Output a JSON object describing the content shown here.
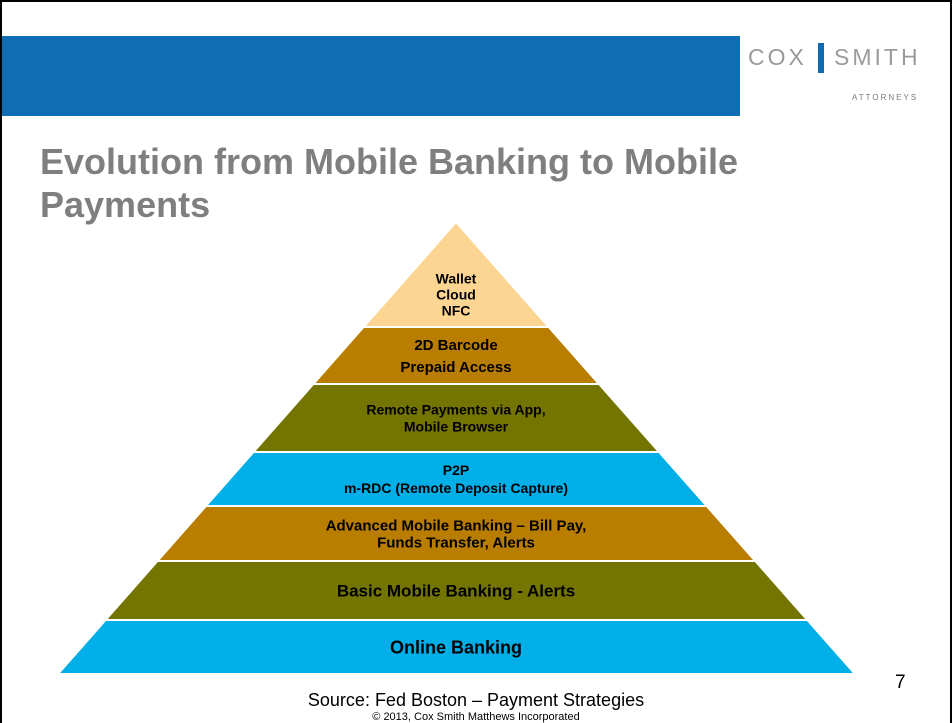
{
  "header": {
    "logo_left": "COX",
    "logo_right": "SMITH",
    "logo_sub": "ATTORNEYS"
  },
  "title": {
    "line1": "Evolution from Mobile Banking to Mobile",
    "line2": "Payments"
  },
  "pyramid": [
    {
      "lines": [
        "Wallet",
        "Cloud",
        "NFC"
      ],
      "color": "#fcd592"
    },
    {
      "lines": [
        "2D Barcode",
        "Prepaid Access"
      ],
      "color": "#b97d00"
    },
    {
      "lines": [
        "Remote Payments via App,",
        "Mobile Browser"
      ],
      "color": "#747400"
    },
    {
      "lines": [
        "P2P",
        "m-RDC (Remote Deposit Capture)"
      ],
      "color": "#00aee8"
    },
    {
      "lines": [
        "Advanced Mobile Banking – Bill Pay,",
        "Funds Transfer, Alerts"
      ],
      "color": "#b97d00"
    },
    {
      "lines": [
        "Basic Mobile Banking - Alerts"
      ],
      "color": "#747400"
    },
    {
      "lines": [
        "Online Banking"
      ],
      "color": "#00aee8"
    }
  ],
  "footer": {
    "page_number": "7",
    "source": "Source: Fed Boston – Payment Strategies",
    "copyright": "© 2013, Cox Smith Matthews Incorporated"
  }
}
